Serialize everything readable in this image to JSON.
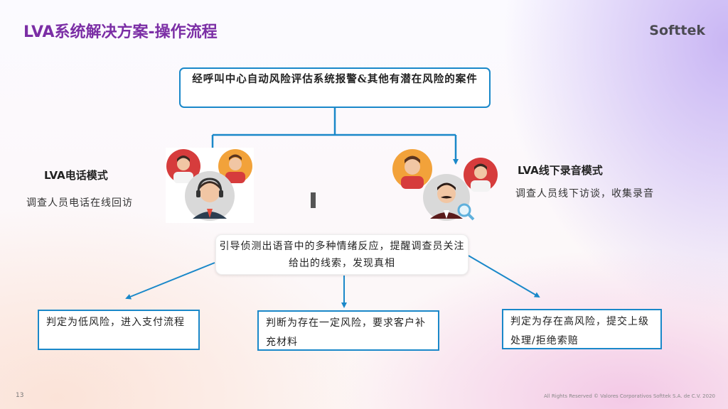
{
  "header": {
    "title": "LVA系统解决方案-操作流程",
    "logo": "Softtek"
  },
  "flow": {
    "top_box": "经呼叫中心自动风险评估系统报警&其他有潜在风险的案件",
    "left_mode": {
      "title_latin": "LVA",
      "title_cn": "电话模式",
      "desc": "调查人员电话在线回访"
    },
    "right_mode": {
      "title_latin": "LVA",
      "title_cn": "线下录音模式",
      "desc": "调查人员线下访谈，收集录音"
    },
    "middle_box": "引导侦测出语音中的多种情绪反应，提醒调查员关注给出的线索，发现真相",
    "outcomes": [
      "判定为低风险，进入支付流程",
      "判断为存在一定风险，要求客户补充材料",
      "判定为存在高风险，提交上级处理/拒绝索赔"
    ]
  },
  "footer": {
    "page_number": "13",
    "copyright": "All Rights Reserved © Valores Corporativos Softtek S.A. de C.V. 2020"
  },
  "colors": {
    "title": "#7b2ea5",
    "accent_blue": "#1a88c9",
    "avatar_red": "#d63c3c",
    "avatar_orange": "#f2a23a"
  },
  "icons": [
    "call-center-agent-icon",
    "investigator-icon",
    "customer-avatar-icon"
  ]
}
